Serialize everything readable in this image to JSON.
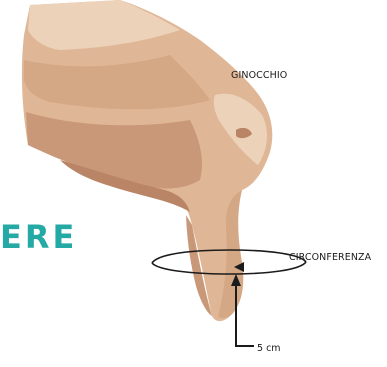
{
  "labels": {
    "knee": "GINOCCHIO",
    "circumference": "CIRCONFERENZA",
    "distance": "5 cm"
  },
  "heading_fragment": "ERE",
  "colors": {
    "skin_base": "#e0b796",
    "skin_light": "#edd2ba",
    "skin_shadow": "#c99878",
    "skin_dark": "#b98566",
    "accent_teal": "#25a9a5",
    "line": "#1b1b1b"
  }
}
